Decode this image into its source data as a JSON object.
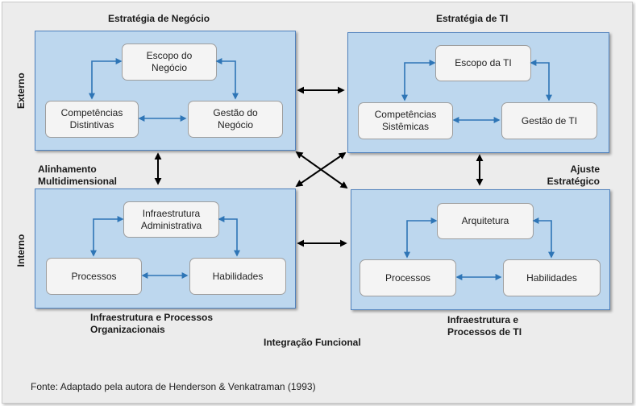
{
  "titles": {
    "business_strategy": "Estratégia de Negócio",
    "it_strategy": "Estratégia de TI",
    "org_infra": "Infraestrutura e Processos\nOrganizacionais",
    "it_infra": "Infraestrutura e\nProcessos de TI"
  },
  "side_labels": {
    "external": "Externo",
    "internal": "Interno"
  },
  "link_labels": {
    "multidimensional": "Alinhamento\nMultidimensional",
    "strategic_fit": "Ajuste\nEstratégico",
    "functional_integration": "Integração Funcional"
  },
  "quadrants": {
    "business": {
      "top": "Escopo do\nNegócio",
      "left": "Competências\nDistintivas",
      "right": "Gestão do\nNegócio"
    },
    "it": {
      "top": "Escopo da TI",
      "left": "Competências\nSistêmicas",
      "right": "Gestão de TI"
    },
    "org": {
      "top": "Infraestrutura\nAdministrativa",
      "left": "Processos",
      "right": "Habilidades"
    },
    "itinfra": {
      "top": "Arquitetura",
      "left": "Processos",
      "right": "Habilidades"
    }
  },
  "source": "Fonte: Adaptado pela autora de Henderson & Venkatraman (1993)",
  "colors": {
    "quad_fill": "#bdd7ee",
    "quad_border": "#4f81bd",
    "inner_arrow": "#2e75b6",
    "outer_arrow": "#000000"
  }
}
